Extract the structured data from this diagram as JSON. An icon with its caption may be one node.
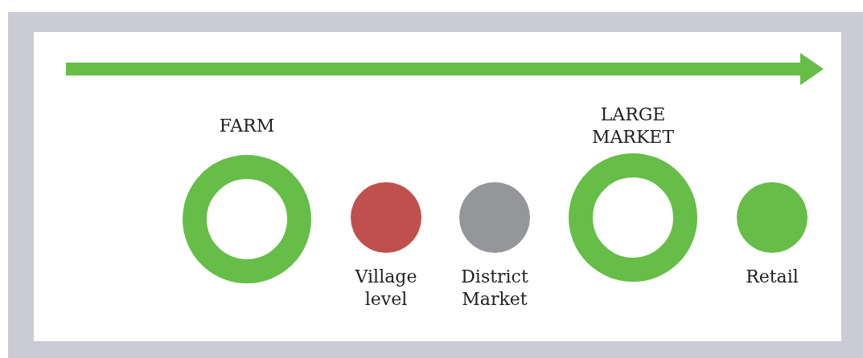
{
  "diagram": {
    "nodes": [
      {
        "text": [
          "FARM"
        ]
      },
      {
        "text": [
          "Village level"
        ]
      },
      {
        "text": [
          "District Market"
        ]
      },
      {
        "text": [
          "LARGE MARKET"
        ]
      },
      {
        "text": [
          "Retail"
        ]
      }
    ],
    "edges": []
  }
}
